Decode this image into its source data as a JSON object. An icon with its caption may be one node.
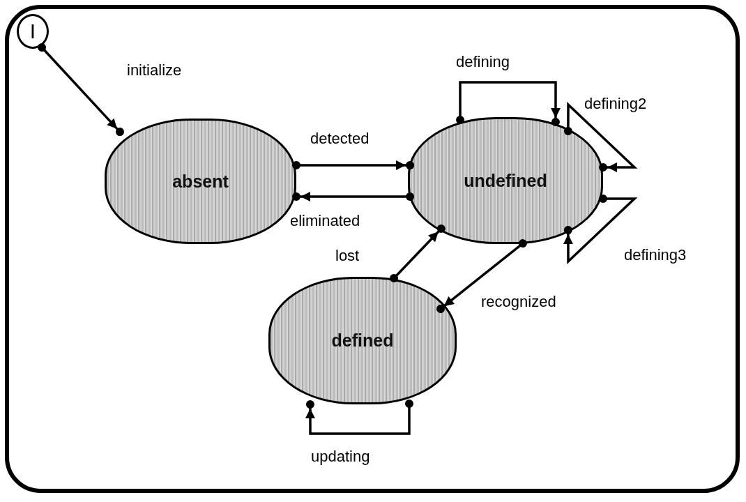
{
  "diagram": {
    "nodes": [
      {
        "text": [
          "I"
        ]
      },
      {
        "text": [
          "absent"
        ]
      },
      {
        "text": [
          "undefined"
        ]
      },
      {
        "text": [
          "defined"
        ]
      }
    ],
    "edges": [
      {
        "from": 0,
        "to": 1,
        "arrow": "to",
        "label": "initialize"
      },
      {
        "from": 1,
        "to": 2,
        "arrow": "to",
        "label": "detected"
      },
      {
        "from": 2,
        "to": 1,
        "arrow": "to",
        "label": "eliminated"
      },
      {
        "from": 2,
        "to": 2,
        "arrow": "to",
        "label": "defining"
      },
      {
        "from": 2,
        "to": 2,
        "arrow": "to",
        "label": "defining2"
      },
      {
        "from": 2,
        "to": 2,
        "arrow": "to",
        "label": "defining3"
      },
      {
        "from": 3,
        "to": 2,
        "arrow": "to",
        "label": "lost"
      },
      {
        "from": 2,
        "to": 3,
        "arrow": "to",
        "label": "recognized"
      },
      {
        "from": 3,
        "to": 3,
        "arrow": "to",
        "label": "updating"
      }
    ]
  }
}
